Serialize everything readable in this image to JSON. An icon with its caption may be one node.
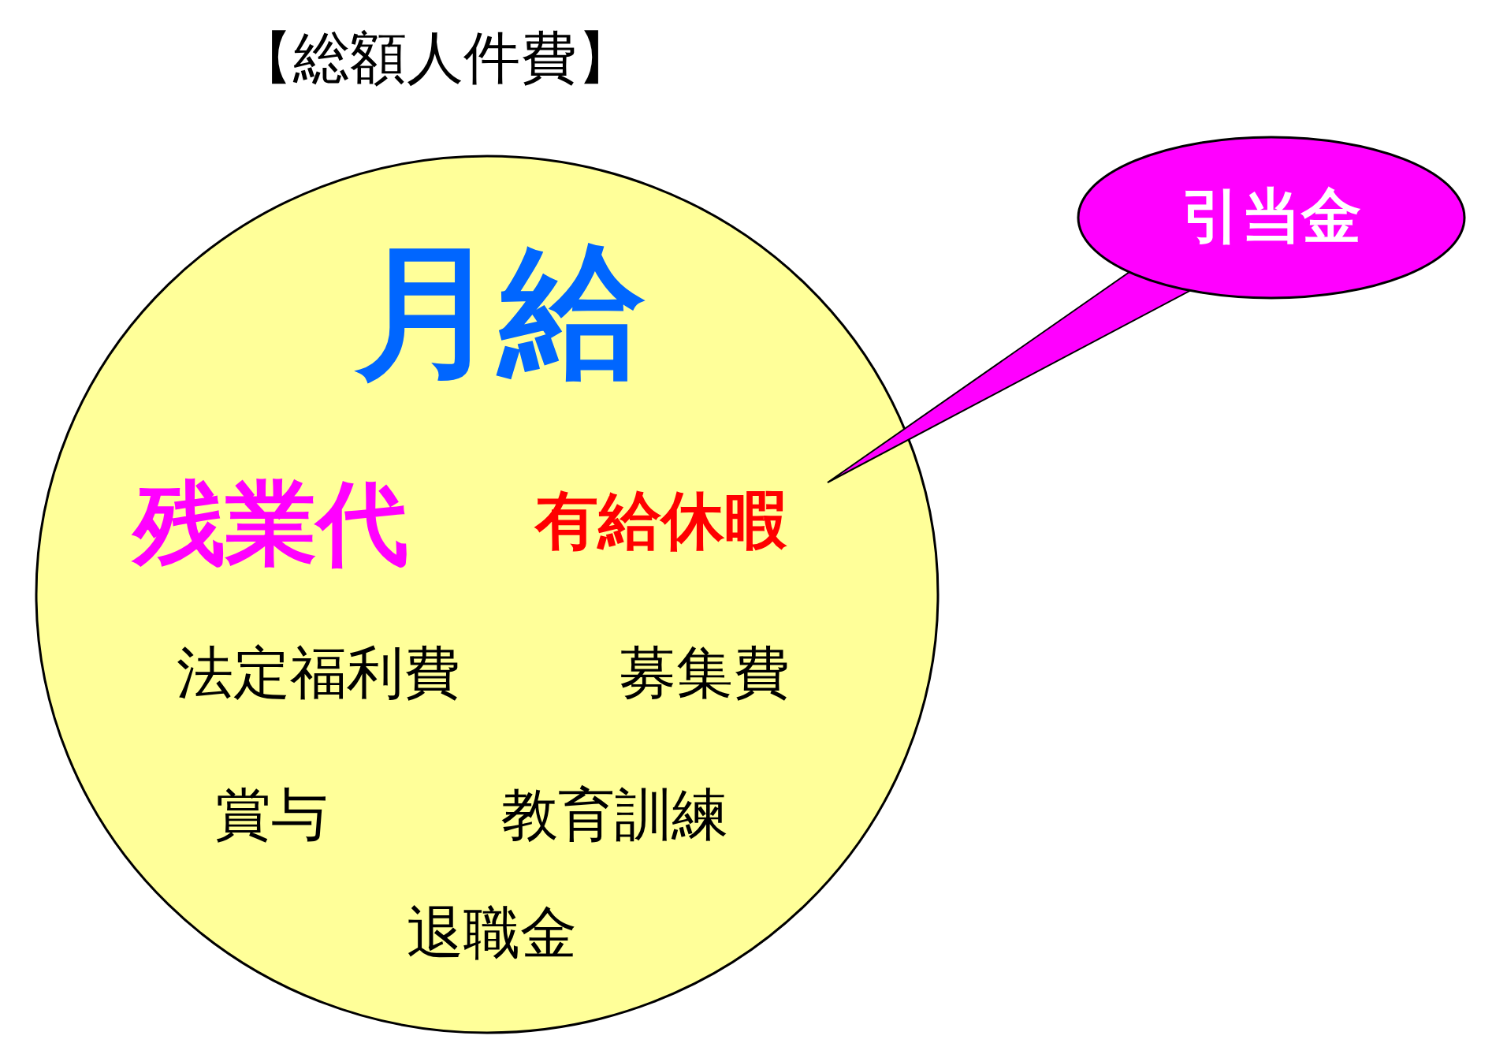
{
  "diagram": {
    "title": "【総額人件費】",
    "nodes": [
      {
        "text": [],
        "shape": "circle"
      },
      {
        "text": [
          "月給"
        ],
        "in": 0
      },
      {
        "text": [
          "残業代"
        ],
        "in": 0
      },
      {
        "text": [
          "有給休暇"
        ],
        "in": 0
      },
      {
        "text": [
          "法定福利費"
        ],
        "in": 0
      },
      {
        "text": [
          "募集費"
        ],
        "in": 0
      },
      {
        "text": [
          "賞与"
        ],
        "in": 0
      },
      {
        "text": [
          "教育訓練"
        ],
        "in": 0
      },
      {
        "text": [
          "退職金"
        ],
        "in": 0
      },
      {
        "text": [
          "引当金"
        ]
      }
    ],
    "edges": [
      {
        "from": 9,
        "to": 3,
        "arrow": "none"
      }
    ]
  }
}
